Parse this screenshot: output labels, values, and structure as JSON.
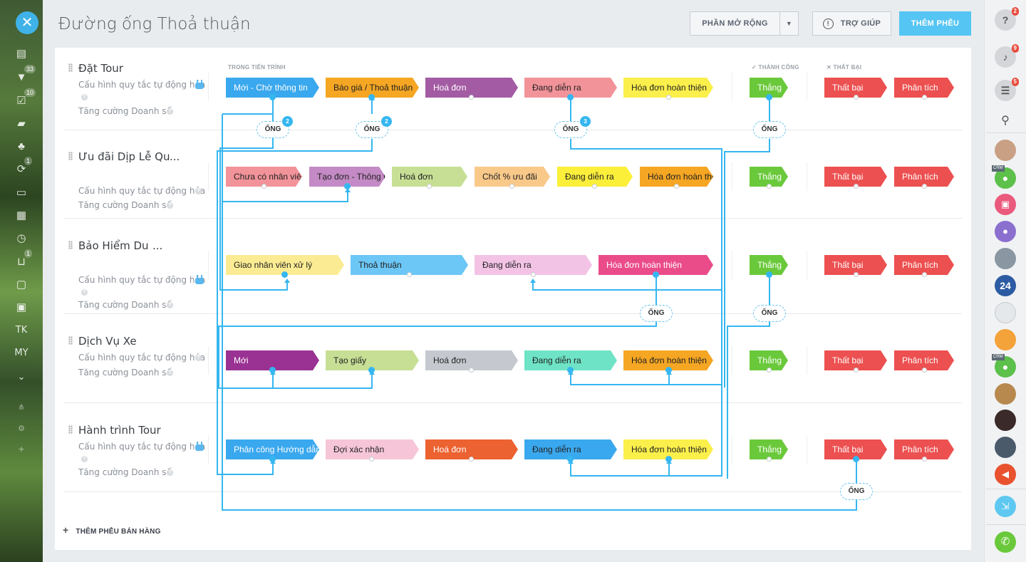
{
  "header": {
    "title": "Đường ống Thoả thuận",
    "extensions_label": "PHẦN MỞ RỘNG",
    "help_label": "TRỢ GIÚP",
    "add_funnel_label": "THÊM PHỄU"
  },
  "left_nav": {
    "close": "✕",
    "items": [
      {
        "icon": "document-icon",
        "glyph": "▤"
      },
      {
        "icon": "funnel-icon",
        "glyph": "▼",
        "count": "33"
      },
      {
        "icon": "checkbox-icon",
        "glyph": "☑",
        "count": "10"
      },
      {
        "icon": "chat-icon",
        "glyph": "▰"
      },
      {
        "icon": "users-icon",
        "glyph": "♣"
      },
      {
        "icon": "sync-icon",
        "glyph": "⟳",
        "count": "1"
      },
      {
        "icon": "inbox-icon",
        "glyph": "▭"
      },
      {
        "icon": "calendar-icon",
        "glyph": "▦"
      },
      {
        "icon": "clock-icon",
        "glyph": "◷"
      },
      {
        "icon": "tray-icon",
        "glyph": "⊔",
        "count": "1"
      },
      {
        "icon": "window-icon",
        "glyph": "▢"
      },
      {
        "icon": "contact-card-icon",
        "glyph": "▣"
      }
    ],
    "text_items": [
      "TK",
      "MY"
    ],
    "bottom_icons": [
      "chevron-down-icon",
      "share-icon",
      "settings-icon",
      "plus-icon"
    ]
  },
  "columns": {
    "in_progress": "TRONG TIẾN TRÌNH",
    "success": "THÀNH CÔNG",
    "failure": "THẤT BẠI"
  },
  "pipelines": [
    {
      "name": "Đặt Tour",
      "automation": "Cấu hình quy tắc tự động hóa",
      "boost": "Tăng cường Doanh số",
      "stages": [
        "Mới - Chờ thông tin",
        "Báo giá / Thoả thuận",
        "Hoá đơn",
        "Đang diễn ra",
        "Hóa đơn hoàn thiện"
      ],
      "stage_colors": [
        "#3aa8ee",
        "#f5a623",
        "#a35ba3",
        "#f2939a",
        "#fbef4b"
      ],
      "won": "Thắng",
      "lost": [
        "Thất bại",
        "Phân tích"
      ]
    },
    {
      "name": "Ưu đãi Dịp Lễ Quốc Khánh",
      "automation": "Cấu hình quy tắc tự động hóa",
      "boost": "Tăng cường Doanh số",
      "stages": [
        "Chưa có nhân viên",
        "Tạo đơn - Thông tin",
        "Hoá đơn",
        "Chốt % ưu đãi",
        "Đang diễn ra",
        "Hóa đơn hoàn thiện"
      ],
      "stage_colors": [
        "#f2939a",
        "#c48ac5",
        "#c7df95",
        "#f9c98a",
        "#fbef3a",
        "#f5a623"
      ],
      "won": "Thắng",
      "lost": [
        "Thất bại",
        "Phân tích"
      ]
    },
    {
      "name": "Bảo Hiểm Du lịch",
      "automation": "Cấu hình quy tắc tự động hóa",
      "boost": "Tăng cường Doanh số",
      "stages": [
        "Giao nhân viên xử lý",
        "Thoả thuận",
        "Đang diễn ra",
        "Hóa đơn hoàn thiện"
      ],
      "stage_colors": [
        "#fbec93",
        "#6cc7f6",
        "#f3c3e6",
        "#ea4c8a"
      ],
      "won": "Thắng",
      "lost": [
        "Thất bại",
        "Phân tích"
      ]
    },
    {
      "name": "Dịch Vụ Xe",
      "automation": "Cấu hình quy tắc tự động hóa",
      "boost": "Tăng cường Doanh số",
      "stages": [
        "Mới",
        "Tạo giấy",
        "Hoá đơn",
        "Đang diễn ra",
        "Hóa đơn hoàn thiện"
      ],
      "stage_colors": [
        "#9a3293",
        "#c7df95",
        "#c5c9cf",
        "#6ee3c5",
        "#f5a623"
      ],
      "won": "Thắng",
      "lost": [
        "Thất bại",
        "Phân tích"
      ]
    },
    {
      "name": "Hành trình Tour",
      "automation": "Cấu hình quy tắc tự động hóa",
      "boost": "Tăng cường Doanh số",
      "stages": [
        "Phân công Hướng dẫn viên",
        "Đợi xác nhận",
        "Hoá đơn",
        "Đang diễn ra",
        "Hóa đơn hoàn thiện"
      ],
      "stage_colors": [
        "#3aa8ee",
        "#f6c6d8",
        "#ec6230",
        "#3aa8ee",
        "#fbef4b"
      ],
      "won": "Thắng",
      "lost": [
        "Thất bại",
        "Phân tích"
      ]
    }
  ],
  "connectors": [
    {
      "label": "ỐNG",
      "count": "2"
    },
    {
      "label": "ỐNG",
      "count": "2"
    },
    {
      "label": "ỐNG",
      "count": "3"
    },
    {
      "label": "ỐNG",
      "count": ""
    },
    {
      "label": "ỐNG",
      "count": ""
    },
    {
      "label": "ỐNG",
      "count": ""
    },
    {
      "label": "ỐNG",
      "count": ""
    }
  ],
  "add_sales_funnel": "THÊM PHỄU BÁN HÀNG",
  "right_bar": {
    "help_badge": "2",
    "notifications_badge": "9",
    "messages_badge": "5",
    "crm_tag": "CRM",
    "number_avatar": "24",
    "icons": [
      "help-icon",
      "bell-icon",
      "chat-bubble-icon",
      "search-icon",
      "avatar",
      "crm-user-icon",
      "lock-icon",
      "user-icon",
      "avatar",
      "number-avatar",
      "avatar",
      "megaphone-avatar",
      "crm-user-icon",
      "avatar",
      "avatar",
      "avatar",
      "announcement-icon",
      "import-icon",
      "phone-icon"
    ]
  },
  "colors": {
    "accent": "#55c5f3",
    "connector": "#35b6f0",
    "won": "#6ac93b",
    "lost": "#ec5050"
  }
}
